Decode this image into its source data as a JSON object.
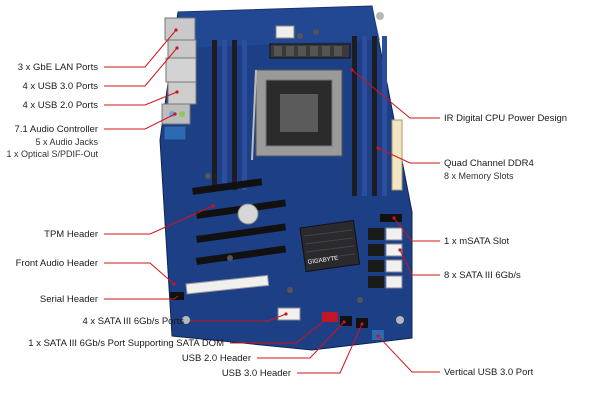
{
  "callouts": {
    "lan": "3 x GbE LAN Ports",
    "usb30": "4 x USB 3.0 Ports",
    "usb20": "4 x USB 2.0 Ports",
    "audio": "7.1 Audio Controller",
    "audio_jacks": "5 x Audio Jacks",
    "spdif": "1 x Optical S/PDIF-Out",
    "tpm": "TPM Header",
    "front_audio": "Front Audio Header",
    "serial": "Serial Header",
    "sata4": "4 x SATA III 6Gb/s Ports",
    "sata_dom": "1 x SATA III 6Gb/s Port Supporting SATA DOM",
    "usb20_header": "USB 2.0 Header",
    "usb30_header": "USB 3.0 Header",
    "cpu_power": "IR Digital CPU Power Design",
    "ddr4": "Quad Channel DDR4",
    "mem_slots": "8 x Memory Slots",
    "msata": "1 x mSATA Slot",
    "sata8": "8 x SATA III 6Gb/s",
    "vusb3": "Vertical USB 3.0 Port"
  },
  "board_marks": {
    "brand": "GIGABYTE"
  },
  "colors": {
    "pcb": "#1d3f86",
    "pcb_dark": "#142e66",
    "leader": "#d0141a",
    "dimm": "#1c1c24",
    "heatsink": "#2a2a2e"
  }
}
